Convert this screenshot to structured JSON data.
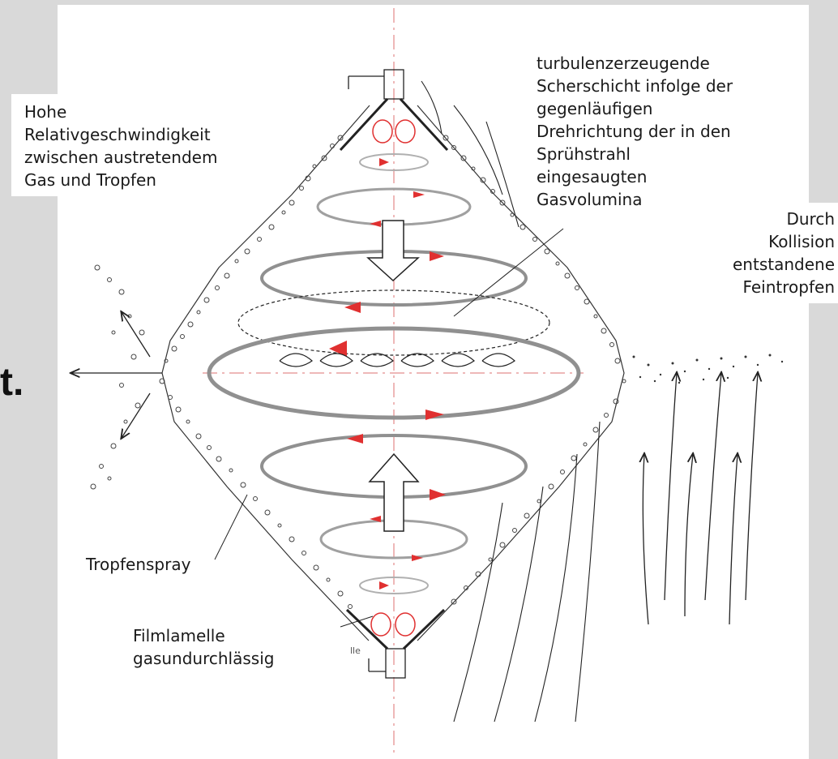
{
  "slide": {
    "edge_fragment": "t."
  },
  "diagram": {
    "labels": {
      "top_left": [
        "Hohe",
        "Relativgeschwindigkeit",
        "zwischen austretendem",
        "Gas und Tropfen"
      ],
      "top_right": [
        "turbulenzerzeugende",
        "Scherschicht infolge der",
        "gegenläufigen",
        "Drehrichtung der in den",
        "Sprühstrahl",
        "eingesaugten",
        "Gasvolumina"
      ],
      "right": [
        "Durch",
        "Kollision",
        "entstandene",
        "Feintropfen"
      ],
      "bottom_left": "Tropfenspray",
      "bottom_center": [
        "Filmlamelle",
        "gasundurchlässig"
      ],
      "fragment_small": "lle"
    },
    "colors": {
      "arrow_red": "#e03030",
      "ring_gray": "#999999",
      "ink": "#222222",
      "centerline": "#e8a0a0"
    }
  }
}
